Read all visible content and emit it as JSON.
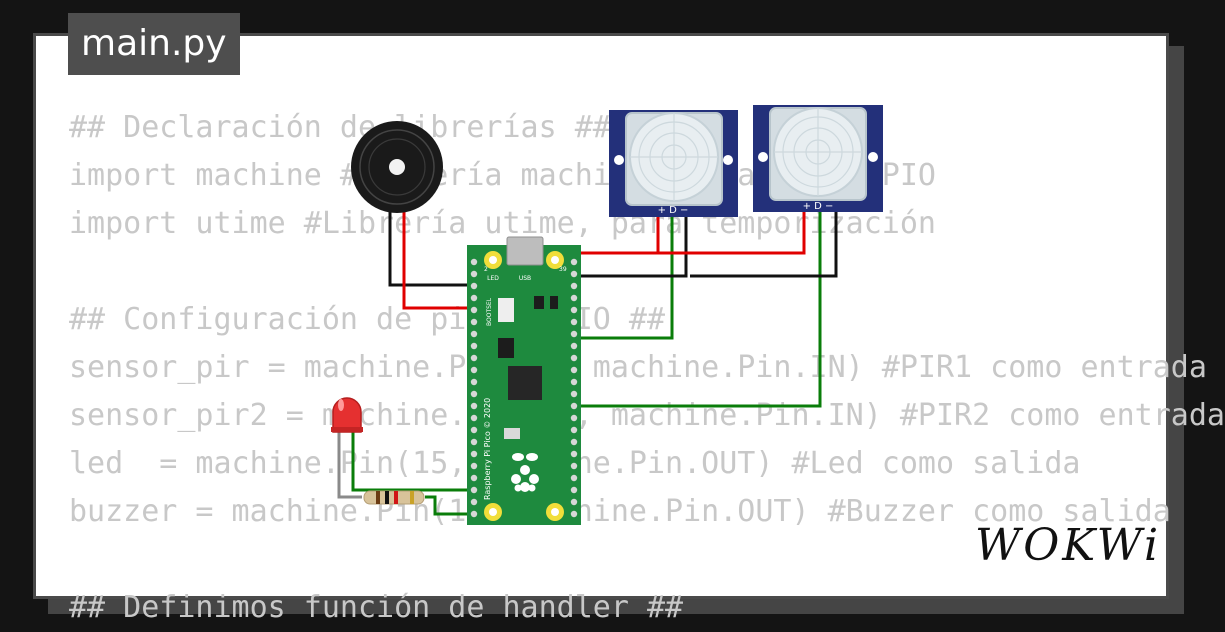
{
  "file_tab": {
    "name": "main.py"
  },
  "code_lines": [
    "## Declaración de librerías ##",
    "import machine #Librería machine, para usar GPIO",
    "import utime #Librería utime, para temporización",
    "",
    "## Configuración de pines GPIO ##",
    "sensor_pir = machine.Pin(28, machine.Pin.IN) #PIR1 como entrada",
    "sensor_pir2 = machine.Pin(22, machine.Pin.IN) #PIR2 como entrada",
    "led  = machine.Pin(15, machine.Pin.OUT) #Led como salida",
    "buzzer = machine.Pin(14, machine.Pin.OUT) #Buzzer como salida",
    "",
    "## Definimos función de handler ##"
  ],
  "board": {
    "label": "Raspberry Pi Pico © 2020",
    "usb_label": "USB",
    "led_label": "LED",
    "bootsel_label": "BOOTSEL",
    "pin_top_left": "2",
    "pin_top_right": "39"
  },
  "pir_sensors": [
    {
      "pin_labels": "+ D −"
    },
    {
      "pin_labels": "+ D −"
    }
  ],
  "brand": {
    "logo_text": "WOKWi"
  },
  "colors": {
    "wire_red": "#e00000",
    "wire_black": "#111111",
    "wire_green": "#0a7d0a",
    "board_green": "#1e8a3e",
    "pir_blue": "#23307a",
    "led_red": "#e53030"
  }
}
